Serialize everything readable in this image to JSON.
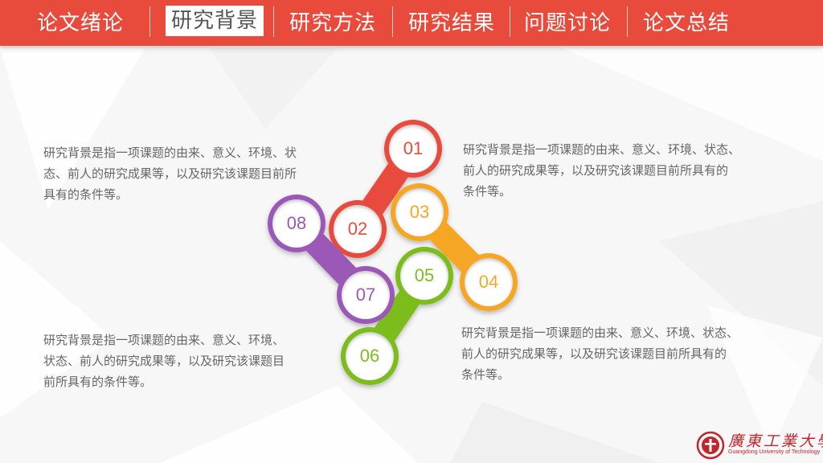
{
  "nav": {
    "items": [
      {
        "label": "论文绪论"
      },
      {
        "label": "研究背景"
      },
      {
        "label": "研究方法"
      },
      {
        "label": "研究结果"
      },
      {
        "label": "问题讨论"
      },
      {
        "label": "论文总结"
      }
    ],
    "active_index": 1
  },
  "blocks": {
    "top_left": [
      "研究背景是指一项课题的由来、意义、环境、状",
      "态、前人的研究成果等，以及研究该课题目前所",
      "具有的条件等。"
    ],
    "top_right": [
      "研究背景是指一项课题的由来、意义、环境、状态、",
      "前人的研究成果等，以及研究该课题目前所具有的",
      "条件等。"
    ],
    "bottom_left": [
      "研究背景是指一项课题的由来、意义、环境、",
      "状态、前人的研究成果等，以及研究该课题目",
      "前所具有的条件等。"
    ],
    "bottom_right": [
      "研究背景是指一项课题的由来、意义、环境、状态、",
      "前人的研究成果等，以及研究该课题目前所具有的",
      "条件等。"
    ]
  },
  "badges": [
    {
      "label": "01",
      "color": "#e84b3c"
    },
    {
      "label": "02",
      "color": "#e84b3c"
    },
    {
      "label": "03",
      "color": "#f5a623"
    },
    {
      "label": "04",
      "color": "#f5a623"
    },
    {
      "label": "05",
      "color": "#7cbd1f"
    },
    {
      "label": "06",
      "color": "#7cbd1f"
    },
    {
      "label": "07",
      "color": "#9b59b6"
    },
    {
      "label": "08",
      "color": "#9b59b6"
    }
  ],
  "colors": {
    "nav_bg": "#e84b3c",
    "red": "#e84b3c",
    "orange": "#f5a623",
    "green": "#7cbd1f",
    "purple": "#9b59b6"
  },
  "logo": {
    "name_cn": "廣東工業大學",
    "name_en": "Guangdong University of Technology",
    "icon": "university-seal-icon"
  }
}
